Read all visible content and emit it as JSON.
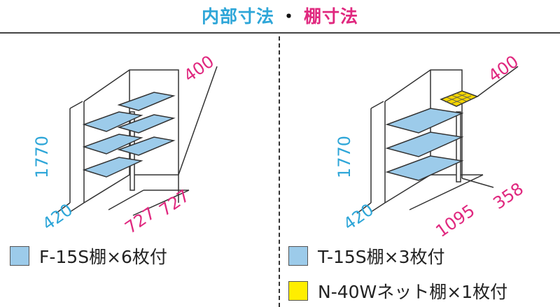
{
  "header": {
    "title_left": "内部寸法",
    "separator": "・",
    "title_right": "棚寸法",
    "color_left": "#2ea6d8",
    "color_right": "#e0287f"
  },
  "left_diagram": {
    "height": "1770",
    "depth": "420",
    "shelf_depth": "400",
    "width_a": "727",
    "width_b": "727"
  },
  "right_diagram": {
    "height": "1770",
    "depth": "420",
    "shelf_depth": "400",
    "width_a": "1095",
    "width_b": "358"
  },
  "legend": {
    "left": [
      {
        "label": "F-15S棚×6枚付",
        "color": "#9ccbea"
      }
    ],
    "right": [
      {
        "label": "T-15S棚×3枚付",
        "color": "#9ccbea"
      },
      {
        "label": "N-40Wネット棚×1枚付",
        "color": "#ffee00"
      }
    ]
  },
  "colors": {
    "shelf": "#9ccbea",
    "net_shelf": "#f4d500",
    "dimension_text": "#e0287f",
    "height_text": "#2ea6d8"
  }
}
